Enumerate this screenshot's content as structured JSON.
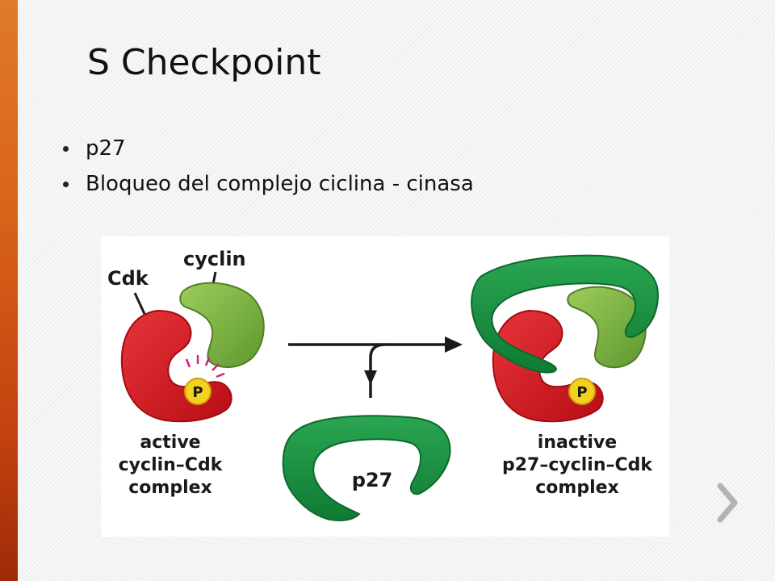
{
  "slide": {
    "title": "S Checkpoint",
    "bullets": [
      "p27",
      "Bloqueo del complejo ciclina - cinasa"
    ]
  },
  "figure": {
    "labels": {
      "cdk": "Cdk",
      "cyclin": "cyclin",
      "phosphate_left": "P",
      "phosphate_right": "P",
      "p27": "p27",
      "active_line1": "active",
      "active_line2": "cyclin–Cdk",
      "active_line3": "complex",
      "inactive_line1": "inactive",
      "inactive_line2": "p27–cyclin–Cdk",
      "inactive_line3": "complex"
    },
    "colors": {
      "cdk_red": "#d7121c",
      "cyclin_green": "#7fb542",
      "p27_green": "#17913f",
      "phosphate_yellow": "#f2d21b",
      "highlight_magenta": "#d6197c"
    }
  },
  "navigation": {
    "next_icon": "chevron-right-icon"
  }
}
